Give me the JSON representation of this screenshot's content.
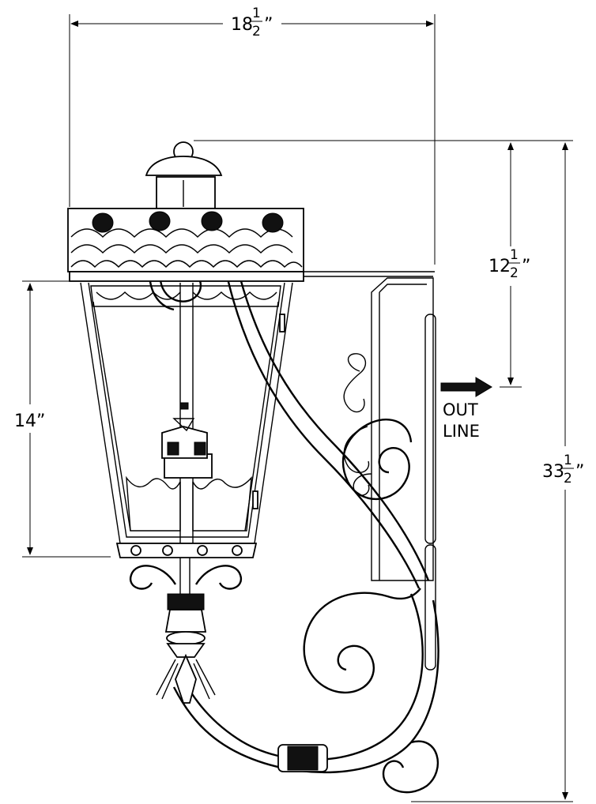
{
  "dimensions": {
    "width": {
      "whole": "18",
      "numerator": "1",
      "denominator": "2",
      "unit": "”"
    },
    "upper_height": {
      "whole": "12",
      "numerator": "1",
      "denominator": "2",
      "unit": "”"
    },
    "body_height": {
      "label": "14”"
    },
    "overall_height": {
      "whole": "33",
      "numerator": "1",
      "denominator": "2",
      "unit": "”"
    }
  },
  "outline_label": {
    "line1": "OUT",
    "line2": "LINE"
  }
}
